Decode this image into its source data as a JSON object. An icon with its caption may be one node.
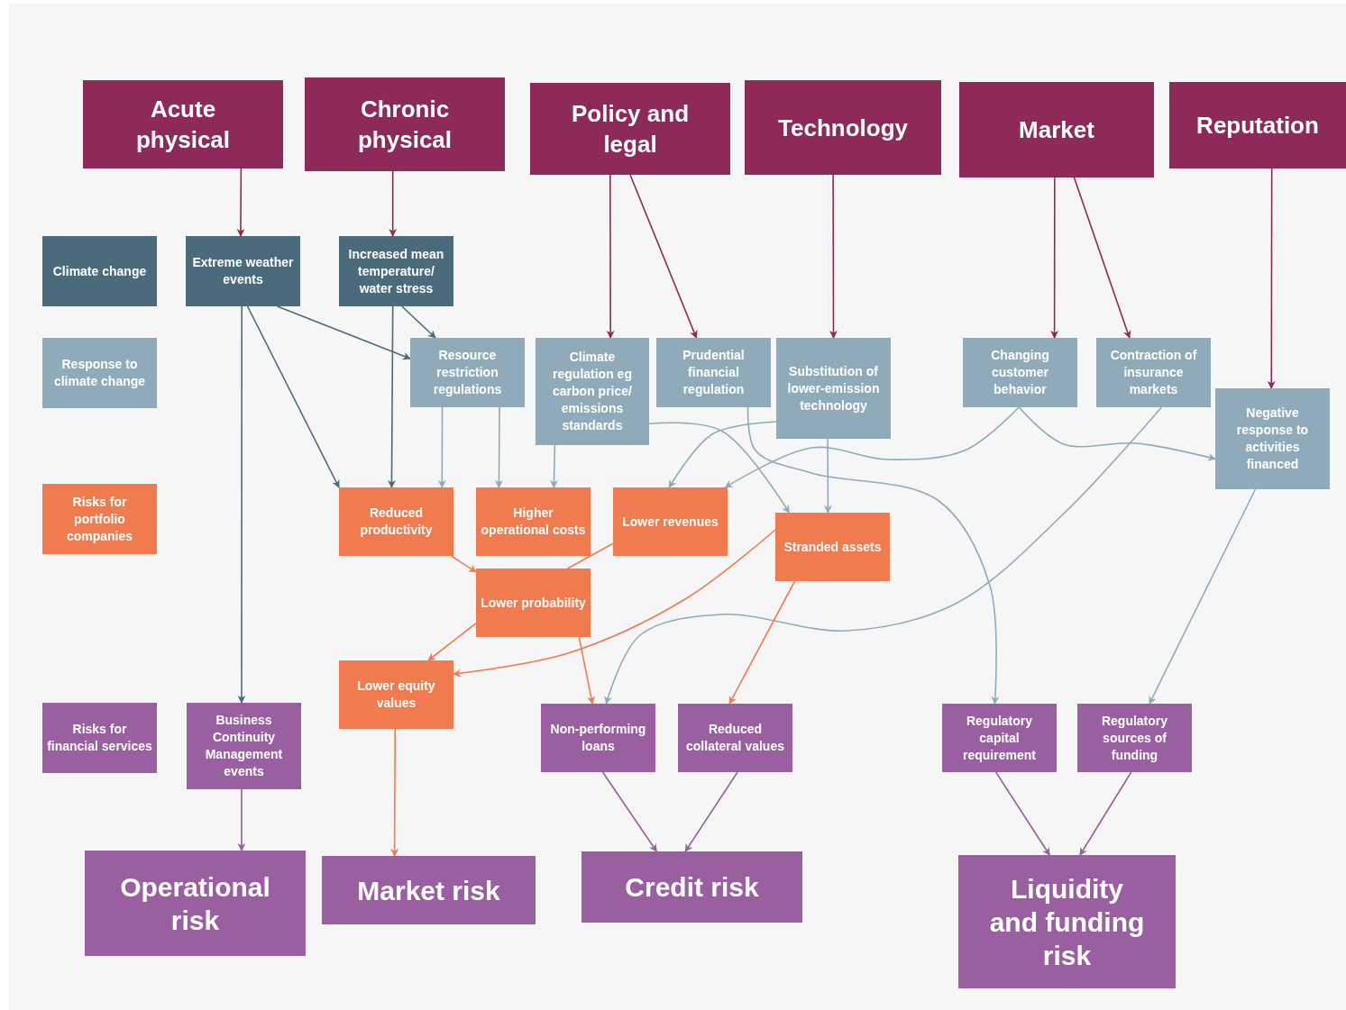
{
  "diagram": {
    "nodes": [
      {
        "text": [
          "Acute physical"
        ]
      },
      {
        "text": [
          "Chronic physical"
        ]
      },
      {
        "text": [
          "Policy and legal"
        ]
      },
      {
        "text": [
          "Technology"
        ]
      },
      {
        "text": [
          "Market"
        ]
      },
      {
        "text": [
          "Reputation"
        ]
      },
      {
        "text": [
          "Extreme weather events"
        ]
      },
      {
        "text": [
          "Increased mean temperature/ water stress"
        ]
      },
      {
        "text": [
          "Resource restriction regulations"
        ]
      },
      {
        "text": [
          "Climate regulation eg carbon price/ emissions standards"
        ]
      },
      {
        "text": [
          "Prudential financial regulation"
        ]
      },
      {
        "text": [
          "Substitution of lower-emission technology"
        ]
      },
      {
        "text": [
          "Changing customer behavior"
        ]
      },
      {
        "text": [
          "Contraction of insurance markets"
        ]
      },
      {
        "text": [
          "Negative response to activities financed"
        ]
      },
      {
        "text": [
          "Reduced productivity"
        ]
      },
      {
        "text": [
          "Higher operational costs"
        ]
      },
      {
        "text": [
          "Lower revenues"
        ]
      },
      {
        "text": [
          "Stranded assets"
        ]
      },
      {
        "text": [
          "Lower probability"
        ]
      },
      {
        "text": [
          "Lower equity values"
        ]
      },
      {
        "text": [
          "Business Continuity Management events"
        ]
      },
      {
        "text": [
          "Non-performing loans"
        ]
      },
      {
        "text": [
          "Reduced collateral values"
        ]
      },
      {
        "text": [
          "Regulatory capital requirement"
        ]
      },
      {
        "text": [
          "Regulatory sources of funding"
        ]
      },
      {
        "text": [
          "Operational risk"
        ]
      },
      {
        "text": [
          "Market risk"
        ]
      },
      {
        "text": [
          "Credit risk"
        ]
      },
      {
        "text": [
          "Liquidity and funding risk"
        ]
      }
    ],
    "edges": [
      {
        "from": 0,
        "to": 6,
        "arrow": "to",
        "color": "#8e2a5a"
      },
      {
        "from": 1,
        "to": 7,
        "arrow": "to",
        "color": "#8e2a5a"
      },
      {
        "from": 2,
        "to": 9,
        "arrow": "to",
        "color": "#8e2a5a"
      },
      {
        "from": 2,
        "to": 10,
        "arrow": "to",
        "color": "#8e2a5a"
      },
      {
        "from": 3,
        "to": 11,
        "arrow": "to",
        "color": "#8e2a5a"
      },
      {
        "from": 4,
        "to": 12,
        "arrow": "to",
        "color": "#8e2a5a"
      },
      {
        "from": 4,
        "to": 13,
        "arrow": "to",
        "color": "#8e2a5a"
      },
      {
        "from": 5,
        "to": 14,
        "arrow": "to",
        "color": "#8e2a5a"
      },
      {
        "from": 6,
        "to": 21,
        "arrow": "to",
        "color": "#4a6b7c"
      },
      {
        "from": 6,
        "to": 15,
        "arrow": "to",
        "color": "#4a6b7c"
      },
      {
        "from": 6,
        "to": 8,
        "arrow": "to",
        "color": "#4a6b7c"
      },
      {
        "from": 7,
        "to": 8,
        "arrow": "to",
        "color": "#4a6b7c"
      },
      {
        "from": 7,
        "to": 15,
        "arrow": "to",
        "color": "#4a6b7c"
      },
      {
        "from": 8,
        "to": 15,
        "arrow": "to"
      },
      {
        "from": 8,
        "to": 16,
        "arrow": "to"
      },
      {
        "from": 9,
        "to": 16,
        "arrow": "to"
      },
      {
        "from": 9,
        "to": 18,
        "arrow": "to"
      },
      {
        "from": 10,
        "to": 24,
        "arrow": "to"
      },
      {
        "from": 11,
        "to": 17,
        "arrow": "to"
      },
      {
        "from": 11,
        "to": 18,
        "arrow": "to"
      },
      {
        "from": 12,
        "to": 17,
        "arrow": "to"
      },
      {
        "from": 12,
        "to": 14,
        "arrow": "to"
      },
      {
        "from": 13,
        "to": 22,
        "arrow": "to"
      },
      {
        "from": 14,
        "to": 25,
        "arrow": "to"
      },
      {
        "from": 15,
        "to": 19,
        "arrow": "to",
        "color": "#ef7b4f"
      },
      {
        "from": 17,
        "to": 19,
        "arrow": "none",
        "color": "#ef7b4f"
      },
      {
        "from": 19,
        "to": 20,
        "arrow": "to",
        "color": "#ef7b4f"
      },
      {
        "from": 19,
        "to": 22,
        "arrow": "to",
        "color": "#ef7b4f"
      },
      {
        "from": 18,
        "to": 20,
        "arrow": "to",
        "color": "#ef7b4f"
      },
      {
        "from": 18,
        "to": 23,
        "arrow": "to",
        "color": "#ef7b4f"
      },
      {
        "from": 20,
        "to": 27,
        "arrow": "to",
        "color": "#ef7b4f"
      },
      {
        "from": 21,
        "to": 26,
        "arrow": "to",
        "color": "#9a5fa0"
      },
      {
        "from": 22,
        "to": 28,
        "arrow": "to",
        "color": "#9a5fa0"
      },
      {
        "from": 23,
        "to": 28,
        "arrow": "to",
        "color": "#9a5fa0"
      },
      {
        "from": 24,
        "to": 29,
        "arrow": "to",
        "color": "#9a5fa0"
      },
      {
        "from": 25,
        "to": 29,
        "arrow": "to",
        "color": "#9a5fa0"
      }
    ],
    "legend": [
      {
        "text": "Climate change",
        "color": "#4a6b7c"
      },
      {
        "text": "Response to climate change",
        "color": "#8fabb9"
      },
      {
        "text": "Risks for portfolio companies",
        "color": "#ef7b4f"
      },
      {
        "text": "Risks for financial services",
        "color": "#9a5fa0"
      }
    ]
  }
}
